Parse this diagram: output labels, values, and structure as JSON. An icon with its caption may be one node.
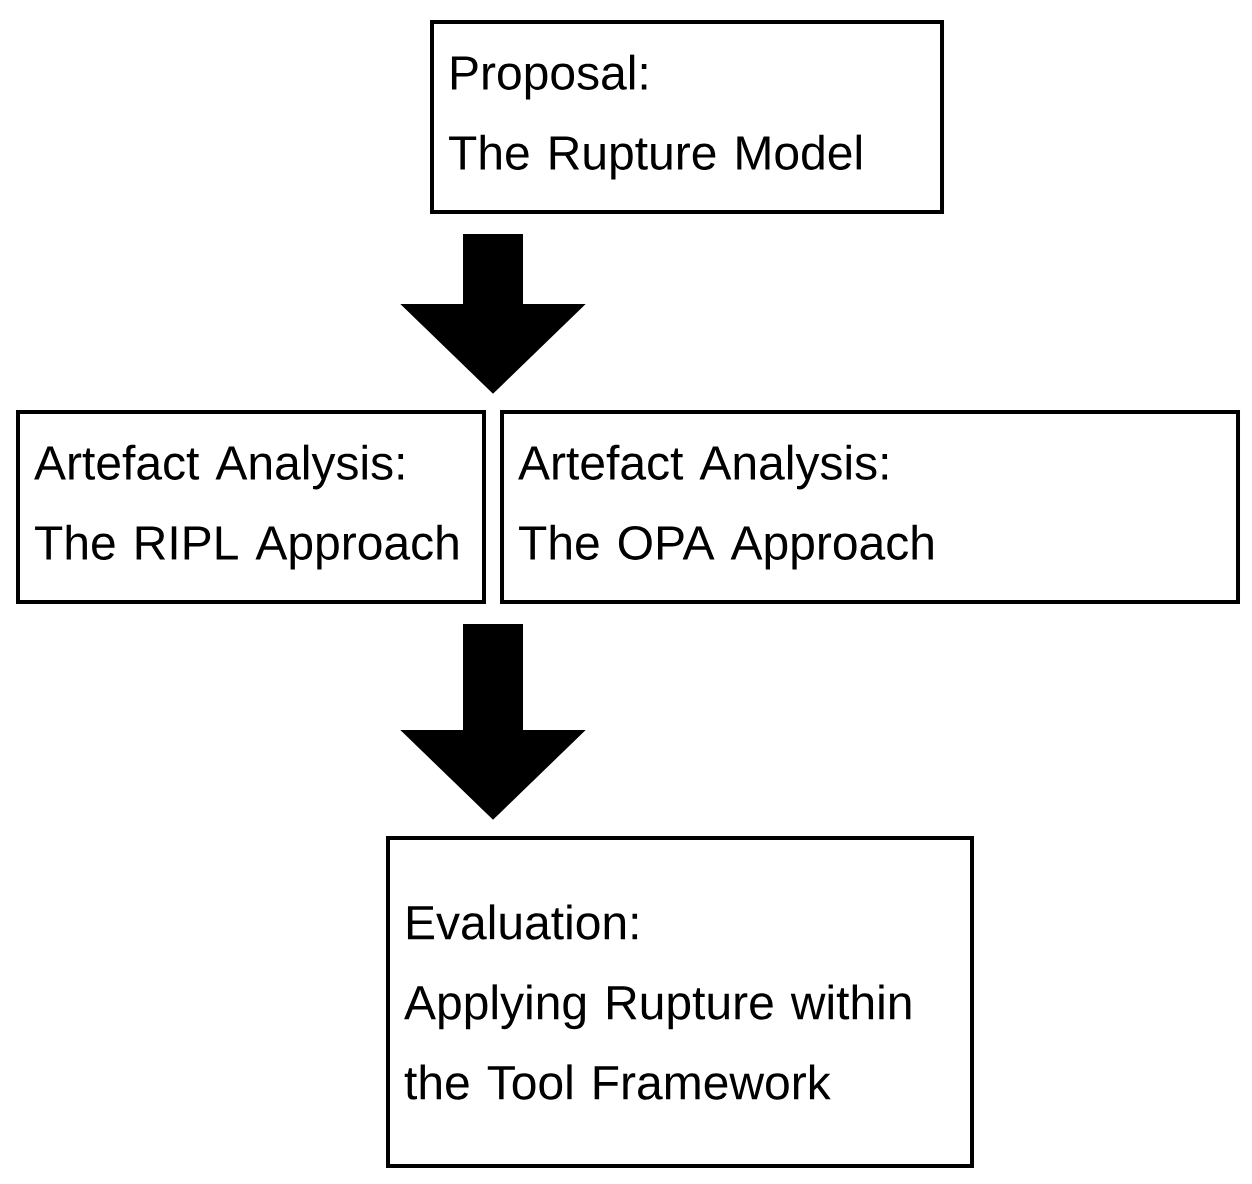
{
  "diagram": {
    "nodes": [
      {
        "text": [
          "Proposal:",
          "The Rupture Model"
        ]
      },
      {
        "text": [
          "Artefact Analysis:",
          "The RIPL Approach"
        ]
      },
      {
        "text": [
          "Artefact Analysis:",
          "The OPA Approach"
        ]
      },
      {
        "text": [
          "Evaluation:",
          "Applying Rupture within the Tool Framework"
        ]
      }
    ],
    "edges": [
      {
        "from": 0,
        "to": 1,
        "arrow": "to"
      },
      {
        "from": 0,
        "to": 2,
        "arrow": "to"
      },
      {
        "from": 1,
        "to": 3,
        "arrow": "to"
      },
      {
        "from": 2,
        "to": 3,
        "arrow": "to"
      }
    ]
  }
}
